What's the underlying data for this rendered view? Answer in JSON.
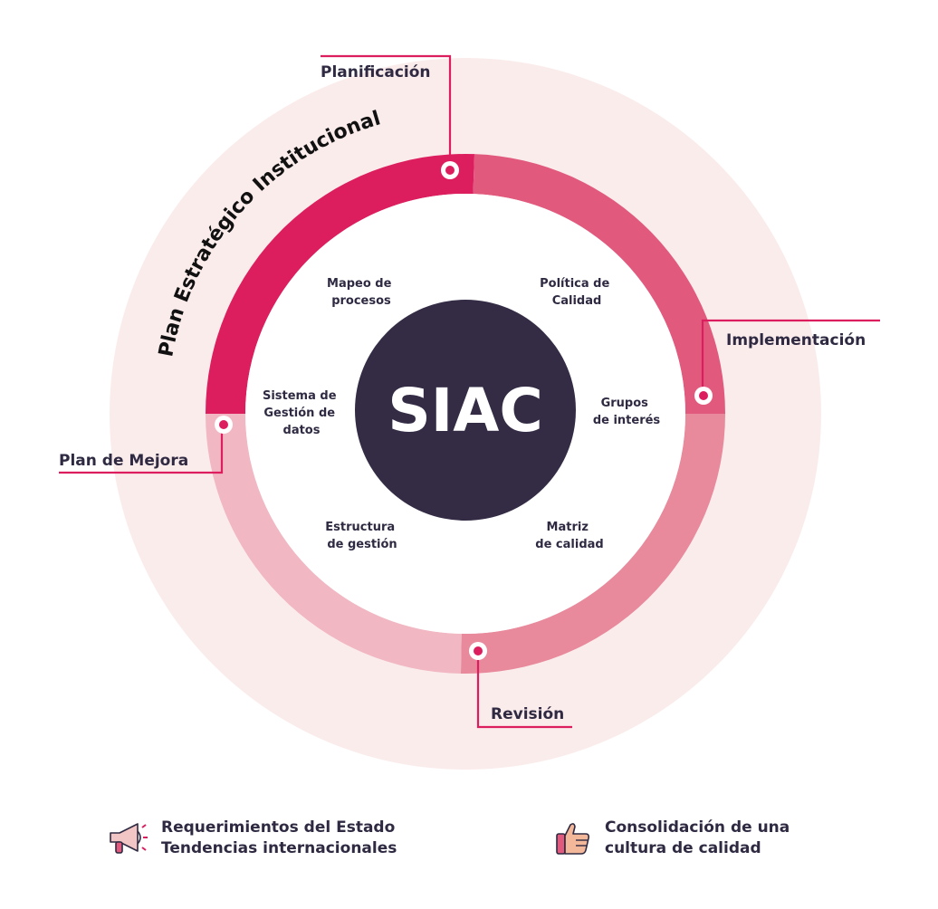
{
  "center_label": "SIAC",
  "arc_label": "Plan Estratégico Institucional",
  "phases": {
    "planificacion": "Planificación",
    "implementacion": "Implementación",
    "revision": "Revisión",
    "plan_mejora": "Plan de Mejora"
  },
  "inner_items": {
    "mapeo": [
      "Mapeo de",
      "procesos"
    ],
    "politica": [
      "Política de",
      "Calidad"
    ],
    "sistema": [
      "Sistema de",
      "Gestión de",
      "datos"
    ],
    "grupos": [
      "Grupos",
      "de interés"
    ],
    "estructura": [
      "Estructura",
      "de gestión"
    ],
    "matriz": [
      "Matriz",
      "de calidad"
    ]
  },
  "footer": {
    "left": {
      "icon": "megaphone-icon",
      "line1": "Requerimientos del Estado",
      "line2": "Tendencias internacionales"
    },
    "right": {
      "icon": "thumbs-up-icon",
      "line1": "Consolidación de una",
      "line2": "cultura de calidad"
    }
  },
  "colors": {
    "outer_ring": "#fbecec",
    "inner_disc": "#ffffff",
    "center_disc": "#342c45",
    "planificacion_segment": "#dc1e5f",
    "implementacion_segment": "#e15a7d",
    "revision_segment": "#e8899c",
    "plan_mejora_segment": "#f1b7c2",
    "accent": "#dc1e5f",
    "text": "#2f2a42"
  }
}
